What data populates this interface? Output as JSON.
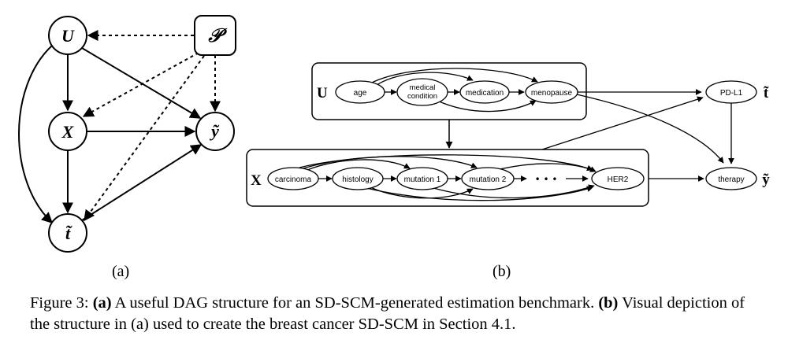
{
  "panel_a": {
    "nodes": {
      "U": "U",
      "P": "𝒫",
      "X": "X",
      "y": "ỹ",
      "t": "t̃"
    },
    "sublabel": "(a)"
  },
  "panel_b": {
    "group_U": {
      "label": "U",
      "nodes": [
        "age",
        "medical condition",
        "medication",
        "menopause"
      ]
    },
    "group_X": {
      "label": "X",
      "nodes": [
        "carcinoma",
        "histology",
        "mutation 1",
        "mutation 2",
        "HER2"
      ],
      "ellipsis": "• • •"
    },
    "outcome_nodes": {
      "t_node": "PD-L1",
      "y_node": "therapy",
      "t_label": "t̃",
      "y_label": "ỹ"
    },
    "sublabel": "(b)"
  },
  "caption": {
    "prefix": "Figure 3: ",
    "a_tag": "(a)",
    "a_text": " A useful DAG structure for an SD-SCM-generated estimation benchmark. ",
    "b_tag": "(b)",
    "b_text": " Visual depiction of the structure in (a) used to create the breast cancer SD-SCM in Section 4.1."
  }
}
